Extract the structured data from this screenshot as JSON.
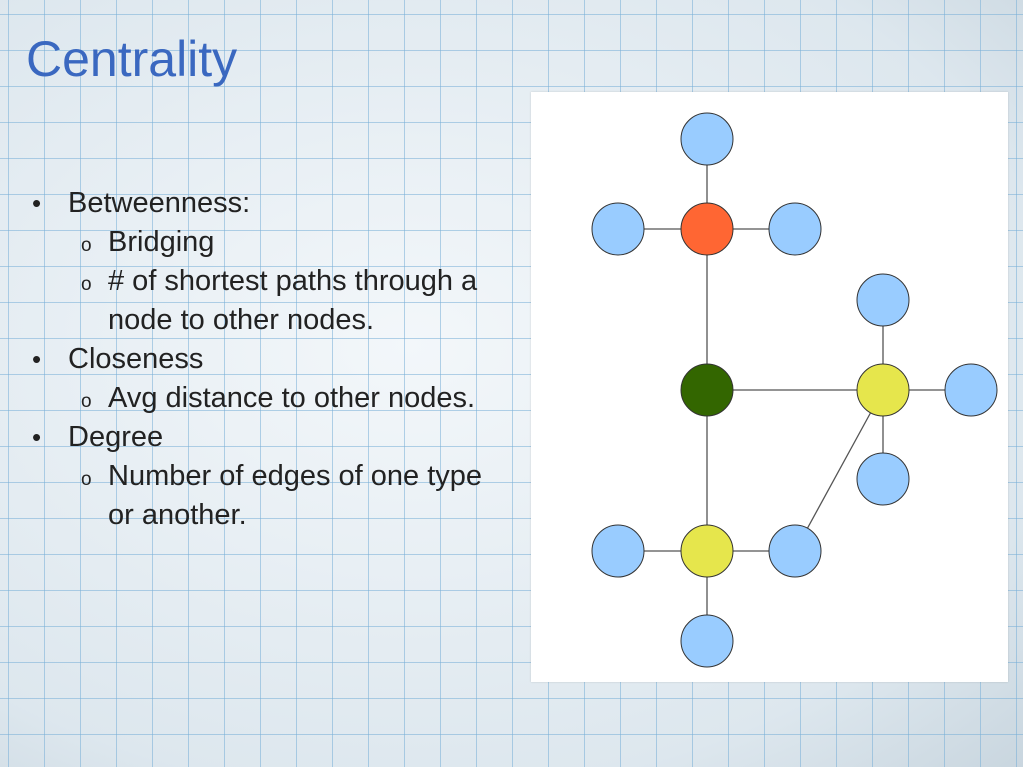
{
  "slide": {
    "title": "Centrality",
    "bullets": [
      {
        "label": "Betweenness:",
        "subs": [
          "Bridging",
          "# of shortest paths through a node to other nodes."
        ]
      },
      {
        "label": "Closeness",
        "subs": [
          "Avg distance to other nodes."
        ]
      },
      {
        "label": "Degree",
        "subs": [
          "Number of edges of one type or another."
        ]
      }
    ],
    "bullet_glyph": "•",
    "sub_glyph": "o"
  },
  "diagram": {
    "colors": {
      "blue": "#99ccff",
      "orange": "#ff6633",
      "green": "#336600",
      "yellow": "#e6e64c",
      "edge": "#555555",
      "stroke": "#333333"
    },
    "nodes": [
      {
        "id": "top",
        "color": "blue"
      },
      {
        "id": "hub-betweenness",
        "color": "orange"
      },
      {
        "id": "left-upper",
        "color": "blue"
      },
      {
        "id": "right-upper",
        "color": "blue"
      },
      {
        "id": "hub-closeness",
        "color": "green"
      },
      {
        "id": "hub-degree-right",
        "color": "yellow"
      },
      {
        "id": "right-top",
        "color": "blue"
      },
      {
        "id": "right-far",
        "color": "blue"
      },
      {
        "id": "right-below",
        "color": "blue"
      },
      {
        "id": "hub-degree-bottom",
        "color": "yellow"
      },
      {
        "id": "bottom-left",
        "color": "blue"
      },
      {
        "id": "bottom-right",
        "color": "blue"
      },
      {
        "id": "bottom",
        "color": "blue"
      }
    ],
    "edges": [
      [
        "top",
        "hub-betweenness"
      ],
      [
        "left-upper",
        "hub-betweenness"
      ],
      [
        "hub-betweenness",
        "right-upper"
      ],
      [
        "hub-betweenness",
        "hub-closeness"
      ],
      [
        "hub-closeness",
        "hub-degree-right"
      ],
      [
        "right-top",
        "hub-degree-right"
      ],
      [
        "hub-degree-right",
        "right-far"
      ],
      [
        "hub-degree-right",
        "right-below"
      ],
      [
        "hub-degree-right",
        "bottom-right"
      ],
      [
        "hub-closeness",
        "hub-degree-bottom"
      ],
      [
        "bottom-left",
        "hub-degree-bottom"
      ],
      [
        "hub-degree-bottom",
        "bottom-right"
      ],
      [
        "hub-degree-bottom",
        "bottom"
      ]
    ]
  }
}
